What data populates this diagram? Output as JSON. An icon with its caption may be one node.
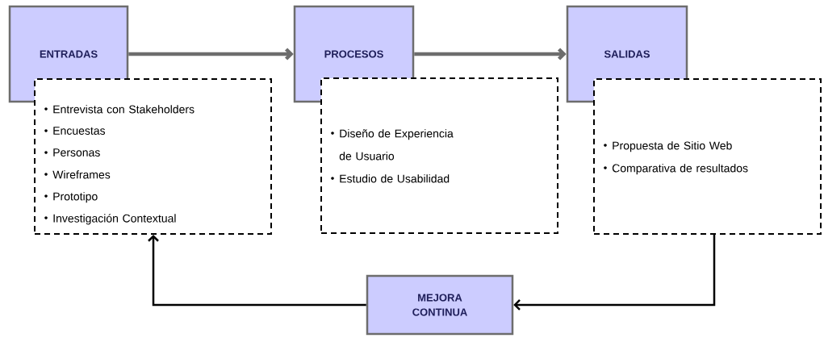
{
  "diagram": {
    "nodes": [
      {
        "text": [
          "ENTRADAS"
        ]
      },
      {
        "text": [
          "Entrevista con Stakeholders",
          "Encuestas",
          "Personas",
          "Wireframes",
          "Prototipo",
          "Investigación Contextual"
        ]
      },
      {
        "text": [
          "PROCESOS"
        ]
      },
      {
        "text": [
          "Diseño de Experiencia de Usuario",
          "Estudio de Usabilidad"
        ]
      },
      {
        "text": [
          "SALIDAS"
        ]
      },
      {
        "text": [
          "Propuesta de Sitio Web",
          "Comparativa de resultados"
        ]
      },
      {
        "text": [
          "MEJORA CONTINUA"
        ]
      }
    ],
    "edges": [
      {
        "from": 0,
        "to": 2,
        "arrow": "to",
        "style": "thick",
        "color": "#6d6d6d"
      },
      {
        "from": 2,
        "to": 4,
        "arrow": "to",
        "style": "thick",
        "color": "#6d6d6d"
      },
      {
        "from": 5,
        "to": 6,
        "arrow": "to",
        "color": "#000000"
      },
      {
        "from": 6,
        "to": 1,
        "arrow": "to",
        "color": "#000000"
      }
    ]
  }
}
